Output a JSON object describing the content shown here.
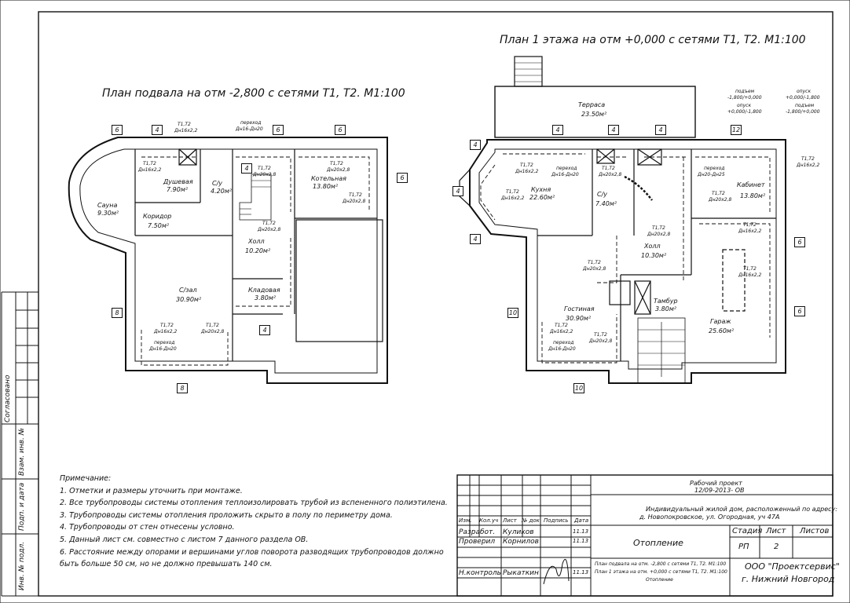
{
  "basement": {
    "title": "План подвала на отм -2,800 с сетями Т1, Т2. М1:100",
    "rooms": [
      {
        "name": "Сауна",
        "area": "9.30м²"
      },
      {
        "name": "Душевая",
        "area": "7.90м²"
      },
      {
        "name": "С/у",
        "area": "4.20м²"
      },
      {
        "name": "Котельная",
        "area": "13.80м²"
      },
      {
        "name": "Коридор",
        "area": "7.50м²"
      },
      {
        "name": "Холл",
        "area": "10.20м²"
      },
      {
        "name": "С/зал",
        "area": "30.90м²"
      },
      {
        "name": "Кладовая",
        "area": "3.80м²"
      }
    ],
    "tags": [
      "6",
      "4",
      "6",
      "6",
      "6",
      "4",
      "8",
      "4",
      "8"
    ]
  },
  "first_floor": {
    "title": "План 1 этажа на отм +0,000 с сетями Т1, Т2. М1:100",
    "rooms": [
      {
        "name": "Терраса",
        "area": "23.50м²"
      },
      {
        "name": "Кухня",
        "area": "22.60м²"
      },
      {
        "name": "С/у",
        "area": "7.40м²"
      },
      {
        "name": "Кабинет",
        "area": "13.80м²"
      },
      {
        "name": "Холл",
        "area": "10.30м²"
      },
      {
        "name": "Гостиная",
        "area": "30.90м²"
      },
      {
        "name": "Тамбур",
        "area": "3.80м²"
      },
      {
        "name": "Гараж",
        "area": "25.60м²"
      }
    ],
    "tags": [
      "4",
      "4",
      "4",
      "12",
      "4",
      "4",
      "4",
      "6",
      "6",
      "10",
      "10"
    ],
    "riser_left": [
      "подъем",
      "-1,800/+0,000",
      "опуск",
      "+0,000/-1,800"
    ],
    "riser_right": [
      "опуск",
      "+0,000/-1,800",
      "подъем",
      "-1,800/+0,000"
    ]
  },
  "pipes": {
    "t1t2": "Т1,Т2",
    "dn16": "Дн16х2,2",
    "dn20": "Дн20х2,8",
    "transition": "переход",
    "dn16_20": "Дн16-Дн20",
    "dn20_25": "Дн20-Дн25"
  },
  "notes": {
    "heading": "Примечание:",
    "items": [
      "1. Отметки и размеры уточнить при монтаже.",
      "2. Все трубопроводы системы отопления теплоизолировать трубой из вспененного полиэтилена.",
      "3. Трубопроводы системы отопления проложить скрыто в полу по периметру дома.",
      "4. Трубопроводы от стен отнесены условно.",
      "5. Данный лист см. совместно с листом 7 данного раздела ОВ.",
      "6. Расстояние между опорами и вершинами углов поворота разводящих трубопроводов должно",
      "быть больше 50 см, но не должно превышать 140 см."
    ]
  },
  "sidebar": {
    "agreed": "Согласовано",
    "inv_replace": "Взам. инв. №",
    "sign_date": "Подп. и дата",
    "inv_orig": "Инв. № подл."
  },
  "title_block": {
    "project": "Рабочий проект",
    "code": "12/09-2013- ОВ",
    "address_1": "Индивидуальный жилой дом, расположенный по адресу:",
    "address_2": "д. Новопокровское, ул. Огородная, уч 47А",
    "col_headers": [
      "Изм.",
      "Кол.уч",
      "Лист",
      "№ док",
      "Подпись",
      "Дата"
    ],
    "roles": [
      {
        "role": "Разработ.",
        "name": "Куликов",
        "date": "11.13"
      },
      {
        "role": "Проверил",
        "name": "Корнилов",
        "date": "11.13"
      },
      {
        "role": "Н.контроль",
        "name": "Рыкаткин",
        "date": "11.13"
      }
    ],
    "section": "Отопление",
    "stage_h": "Стадия",
    "sheet_h": "Лист",
    "sheets_h": "Листов",
    "stage": "РП",
    "sheet": "2",
    "sheet_title_1": "План подвала на отм. -2,800 с сетями Т1, Т2. М1:100",
    "sheet_title_2": "План 1 этажа на отм. +0,000 с сетями Т1, Т2. М1:100",
    "sheet_title_3": "Отопление",
    "company": "ООО \"Проектсервис\"",
    "city": "г. Нижний Новгород"
  }
}
